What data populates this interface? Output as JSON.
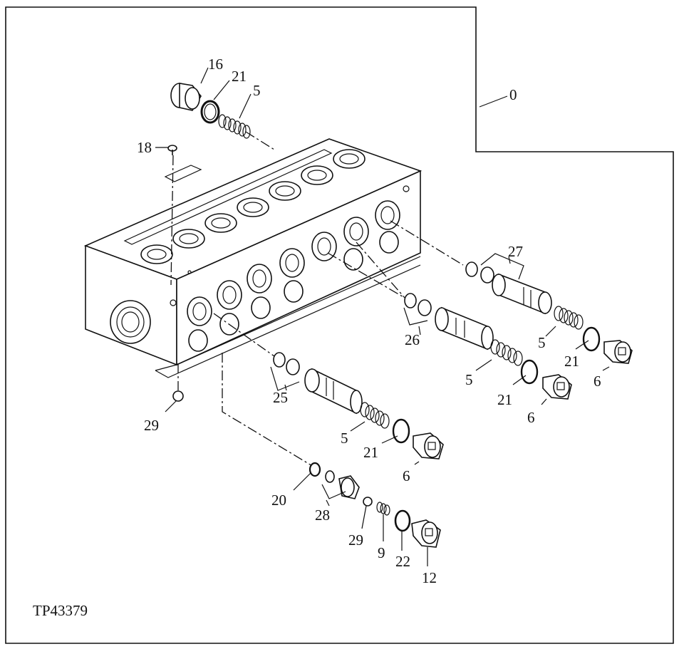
{
  "diagram": {
    "drawing_code": "TP43379",
    "callouts": [
      {
        "id": "c0",
        "text": "0"
      },
      {
        "id": "c16",
        "text": "16"
      },
      {
        "id": "c21a",
        "text": "21"
      },
      {
        "id": "c5a",
        "text": "5"
      },
      {
        "id": "c18",
        "text": "18"
      },
      {
        "id": "c27",
        "text": "27"
      },
      {
        "id": "c26",
        "text": "26"
      },
      {
        "id": "c5b",
        "text": "5"
      },
      {
        "id": "c21b",
        "text": "21"
      },
      {
        "id": "c6a",
        "text": "6"
      },
      {
        "id": "c5c",
        "text": "5"
      },
      {
        "id": "c21c",
        "text": "21"
      },
      {
        "id": "c6b",
        "text": "6"
      },
      {
        "id": "c25",
        "text": "25"
      },
      {
        "id": "c29a",
        "text": "29"
      },
      {
        "id": "c5d",
        "text": "5"
      },
      {
        "id": "c21d",
        "text": "21"
      },
      {
        "id": "c6c",
        "text": "6"
      },
      {
        "id": "c20",
        "text": "20"
      },
      {
        "id": "c28",
        "text": "28"
      },
      {
        "id": "c29b",
        "text": "29"
      },
      {
        "id": "c9",
        "text": "9"
      },
      {
        "id": "c22",
        "text": "22"
      },
      {
        "id": "c12",
        "text": "12"
      }
    ]
  }
}
